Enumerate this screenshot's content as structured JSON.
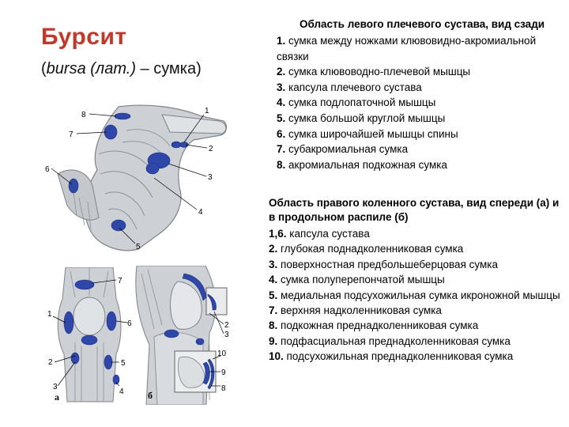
{
  "title": "Бурсит",
  "subtitle_latin": "bursa (лат.)",
  "subtitle_rest": "– сумка)",
  "shoulder": {
    "heading": "Область левого плечевого сустава, вид сзади",
    "items": [
      {
        "num": "1.",
        "text": "сумка между ножками клювовидно-акромиальной связки"
      },
      {
        "num": "2.",
        "text": "сумка клювоводно-плечевой мышцы"
      },
      {
        "num": "3.",
        "text": "капсула плечевого сустава"
      },
      {
        "num": "4.",
        "text": "сумка подлопаточной мышцы"
      },
      {
        "num": "5.",
        "text": "сумка большой круглой мышцы"
      },
      {
        "num": "6.",
        "text": "сумка широчайшей мышцы спины"
      },
      {
        "num": "7.",
        "text": "субакромиальная сумка"
      },
      {
        "num": "8.",
        "text": "акромиальная подкожная сумка"
      }
    ]
  },
  "knee": {
    "heading": "Область правого коленного сустава, вид спереди (а) и в продольном распиле (б)",
    "items": [
      {
        "num": "1,6.",
        "text": "капсула сустава"
      },
      {
        "num": "2.",
        "text": "глубокая поднадколенниковая сумка"
      },
      {
        "num": "3.",
        "text": "поверхностная предбольшеберцовая сумка"
      },
      {
        "num": "4.",
        "text": "сумка полуперепончатой мышцы"
      },
      {
        "num": "5.",
        "text": "медиальная подсухожильная сумка икроножной мышцы"
      },
      {
        "num": "7.",
        "text": "верхняя надколенниковая сумка"
      },
      {
        "num": "8.",
        "text": "подкожная преднадколенниковая сумка"
      },
      {
        "num": "9.",
        "text": "подфасциальная преднадколенниковая сумка"
      },
      {
        "num": "10.",
        "text": "подсухожильная преднадколенниковая сумка"
      }
    ]
  },
  "figures": {
    "shoulder_labels": [
      "1",
      "2",
      "3",
      "4",
      "5",
      "6",
      "7",
      "8"
    ],
    "knee_a_labels": [
      "1",
      "2",
      "3",
      "4",
      "5",
      "6",
      "7"
    ],
    "knee_b_labels": [
      "2",
      "3",
      "8",
      "9",
      "10"
    ],
    "knee_a_letter": "а",
    "knee_b_letter": "б"
  },
  "colors": {
    "title": "#c0392b",
    "bursa": "#2e47a8",
    "tissue": "#c9cdd2"
  }
}
